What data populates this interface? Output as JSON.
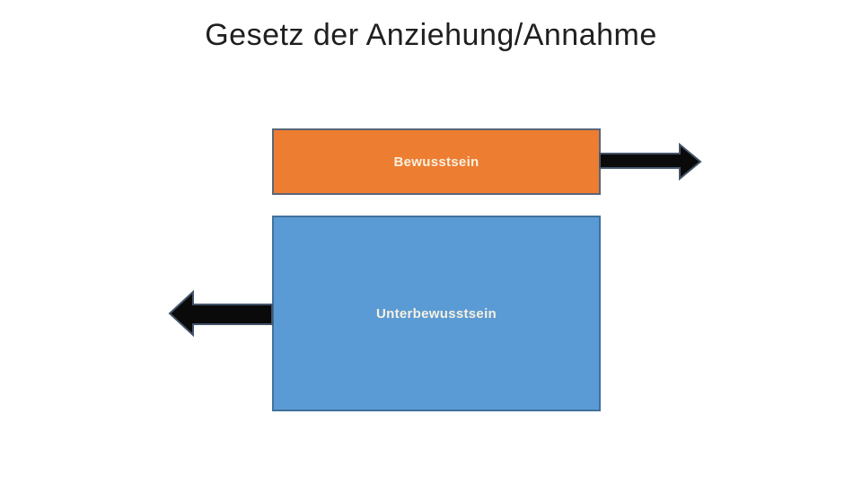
{
  "slide": {
    "title": "Gesetz der Anziehung/Annahme"
  },
  "diagram": {
    "boxes": [
      {
        "id": "bewusstsein",
        "label": "Bewusstsein",
        "fill": "#ED7D31",
        "border": "#5A6678",
        "text_color": "#F7F0DF"
      },
      {
        "id": "unterbewusstsein",
        "label": "Unterbewusstsein",
        "fill": "#5B9BD5",
        "border": "#41719C",
        "text_color": "#F7F0DF"
      }
    ],
    "arrows": [
      {
        "id": "arrow-right",
        "direction": "right",
        "attached_to": "bewusstsein",
        "fill": "#0A0A0A",
        "border": "#44546A"
      },
      {
        "id": "arrow-left",
        "direction": "left",
        "attached_to": "unterbewusstsein",
        "fill": "#0A0A0A",
        "border": "#44546A"
      }
    ]
  },
  "colors": {
    "background": "#FFFFFF",
    "title_text": "#1F1F1F",
    "box1_fill": "#ED7D31",
    "box1_border": "#5A6678",
    "box2_fill": "#5B9BD5",
    "box2_border": "#41719C",
    "box_label_text": "#F7F0DF",
    "arrow_fill": "#0A0A0A",
    "arrow_border": "#44546A"
  }
}
